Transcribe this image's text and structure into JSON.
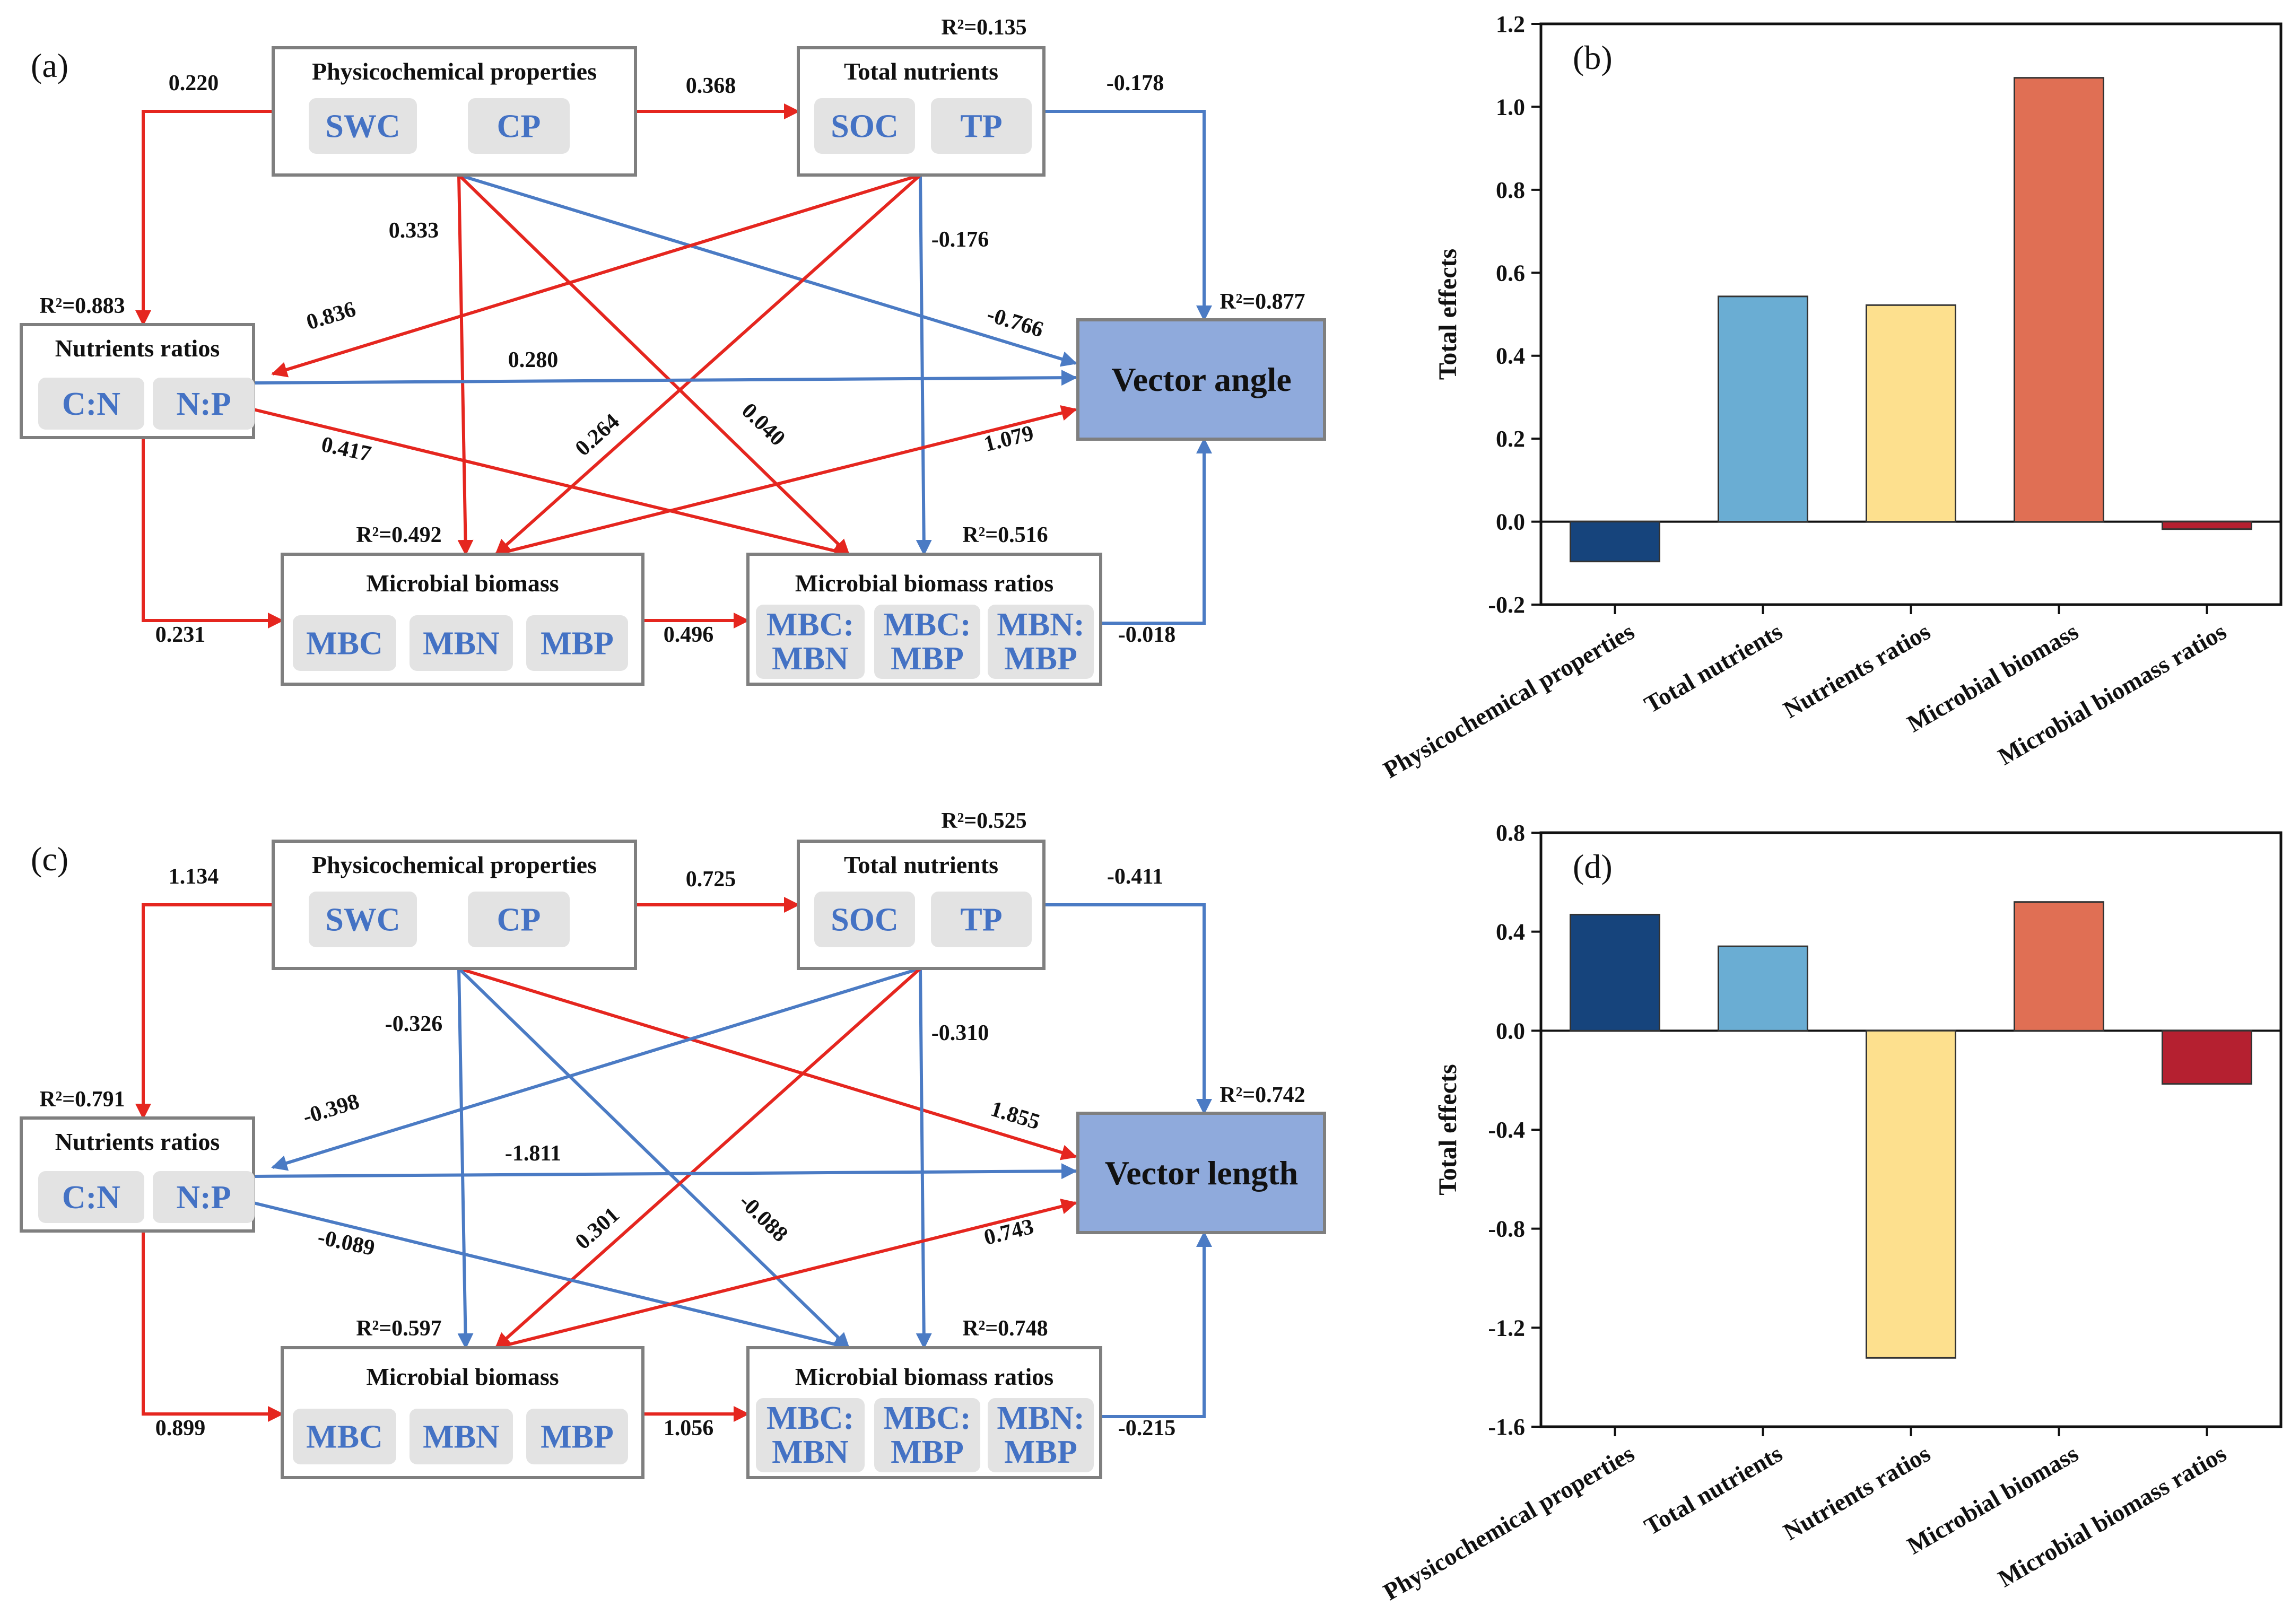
{
  "panels": {
    "a": {
      "label": "(a)",
      "target": "Vector angle",
      "target_r2": "R²=0.877",
      "boxes": {
        "physico": {
          "title": "Physicochemical properties",
          "chips": [
            "SWC",
            "CP"
          ]
        },
        "total": {
          "title": "Total nutrients",
          "chips": [
            "SOC",
            "TP"
          ],
          "r2": "R²=0.135"
        },
        "ratios": {
          "title": "Nutrients ratios",
          "chips": [
            "C:N",
            "N:P"
          ],
          "r2": "R²=0.883"
        },
        "biomass": {
          "title": "Microbial biomass",
          "chips": [
            "MBC",
            "MBN",
            "MBP"
          ],
          "r2": "R²=0.492"
        },
        "mbratios": {
          "title": "Microbial biomass ratios",
          "chips": [
            "MBC:\nMBN",
            "MBC:\nMBP",
            "MBN:\nMBP"
          ],
          "r2": "R²=0.516"
        }
      },
      "paths": [
        {
          "from": "physico",
          "to": "ratios",
          "coef": "0.220",
          "color": "red"
        },
        {
          "from": "physico",
          "to": "total",
          "coef": "0.368",
          "color": "red"
        },
        {
          "from": "total",
          "to": "target",
          "coef": "-0.178",
          "color": "blue"
        },
        {
          "from": "physico",
          "to": "biomass",
          "coef": "0.333",
          "color": "red"
        },
        {
          "from": "physico",
          "to": "target",
          "coef": "-0.766",
          "color": "blue"
        },
        {
          "from": "physico",
          "to": "mbratios",
          "coef": "0.040",
          "color": "red"
        },
        {
          "from": "total",
          "to": "ratios",
          "coef": "0.836",
          "color": "red"
        },
        {
          "from": "total",
          "to": "mbratios",
          "coef": "-0.176",
          "color": "blue"
        },
        {
          "from": "total",
          "to": "biomass",
          "coef": "0.264",
          "color": "red"
        },
        {
          "from": "ratios",
          "to": "target",
          "coef": "0.280",
          "color": "blue"
        },
        {
          "from": "ratios",
          "to": "mbratios",
          "coef": "0.417",
          "color": "red"
        },
        {
          "from": "ratios",
          "to": "biomass",
          "coef": "0.231",
          "color": "red"
        },
        {
          "from": "biomass",
          "to": "target",
          "coef": "1.079",
          "color": "red"
        },
        {
          "from": "biomass",
          "to": "mbratios",
          "coef": "0.496",
          "color": "red"
        },
        {
          "from": "mbratios",
          "to": "target",
          "coef": "-0.018",
          "color": "blue"
        }
      ]
    },
    "c": {
      "label": "(c)",
      "target": "Vector length",
      "target_r2": "R²=0.742",
      "boxes": {
        "physico": {
          "title": "Physicochemical properties",
          "chips": [
            "SWC",
            "CP"
          ]
        },
        "total": {
          "title": "Total nutrients",
          "chips": [
            "SOC",
            "TP"
          ],
          "r2": "R²=0.525"
        },
        "ratios": {
          "title": "Nutrients ratios",
          "chips": [
            "C:N",
            "N:P"
          ],
          "r2": "R²=0.791"
        },
        "biomass": {
          "title": "Microbial biomass",
          "chips": [
            "MBC",
            "MBN",
            "MBP"
          ],
          "r2": "R²=0.597"
        },
        "mbratios": {
          "title": "Microbial biomass ratios",
          "chips": [
            "MBC:\nMBN",
            "MBC:\nMBP",
            "MBN:\nMBP"
          ],
          "r2": "R²=0.748"
        }
      },
      "paths": [
        {
          "from": "physico",
          "to": "ratios",
          "coef": "1.134",
          "color": "red"
        },
        {
          "from": "physico",
          "to": "total",
          "coef": "0.725",
          "color": "red"
        },
        {
          "from": "total",
          "to": "target",
          "coef": "-0.411",
          "color": "blue"
        },
        {
          "from": "physico",
          "to": "biomass",
          "coef": "-0.326",
          "color": "blue"
        },
        {
          "from": "physico",
          "to": "target",
          "coef": "1.855",
          "color": "red"
        },
        {
          "from": "physico",
          "to": "mbratios",
          "coef": "-0.088",
          "color": "blue"
        },
        {
          "from": "total",
          "to": "ratios",
          "coef": "-0.398",
          "color": "blue"
        },
        {
          "from": "total",
          "to": "mbratios",
          "coef": "-0.310",
          "color": "blue"
        },
        {
          "from": "total",
          "to": "biomass",
          "coef": "0.301",
          "color": "red"
        },
        {
          "from": "ratios",
          "to": "target",
          "coef": "-1.811",
          "color": "blue"
        },
        {
          "from": "ratios",
          "to": "mbratios",
          "coef": "-0.089",
          "color": "blue"
        },
        {
          "from": "ratios",
          "to": "biomass",
          "coef": "0.899",
          "color": "red"
        },
        {
          "from": "biomass",
          "to": "target",
          "coef": "0.743",
          "color": "red"
        },
        {
          "from": "biomass",
          "to": "mbratios",
          "coef": "1.056",
          "color": "red"
        },
        {
          "from": "mbratios",
          "to": "target",
          "coef": "-0.215",
          "color": "blue"
        }
      ]
    }
  },
  "chart_data": [
    {
      "panel": "(b)",
      "type": "bar",
      "categories": [
        "Physicochemical properties",
        "Total nutrients",
        "Nutrients ratios",
        "Microbial biomass",
        "Microbial biomass ratios"
      ],
      "values": [
        -0.096,
        0.543,
        0.522,
        1.07,
        -0.018
      ],
      "colors": [
        "#16447c",
        "#6aadd3",
        "#fde08e",
        "#e06f54",
        "#b52030"
      ],
      "ylabel": "Total effects",
      "ylim": [
        -0.2,
        1.2
      ],
      "yticks": [
        -0.2,
        0.0,
        0.2,
        0.4,
        0.6,
        0.8,
        1.0,
        1.2
      ],
      "tick_labels": [
        "-0.2",
        "0.0",
        "0.2",
        "0.4",
        "0.6",
        "0.8",
        "1.0",
        "1.2"
      ],
      "grid": false
    },
    {
      "panel": "(d)",
      "type": "bar",
      "categories": [
        "Physicochemical properties",
        "Total nutrients",
        "Nutrients ratios",
        "Microbial biomass",
        "Microbial biomass ratios"
      ],
      "values": [
        0.469,
        0.341,
        -1.322,
        0.52,
        -0.215
      ],
      "colors": [
        "#16447c",
        "#6aadd3",
        "#fde08e",
        "#e06f54",
        "#b52030"
      ],
      "ylabel": "Total effects",
      "ylim": [
        -1.6,
        0.8
      ],
      "yticks": [
        -1.6,
        -1.2,
        -0.8,
        -0.4,
        0.0,
        0.4,
        0.8
      ],
      "tick_labels": [
        "-1.6",
        "-1.2",
        "-0.8",
        "-0.4",
        "0.0",
        "0.4",
        "0.8"
      ],
      "grid": false
    }
  ],
  "colors": {
    "red": "#e5261f",
    "blue": "#4b7bc4",
    "target_fill": "#8faadc",
    "chip_text": "#4472c4"
  }
}
